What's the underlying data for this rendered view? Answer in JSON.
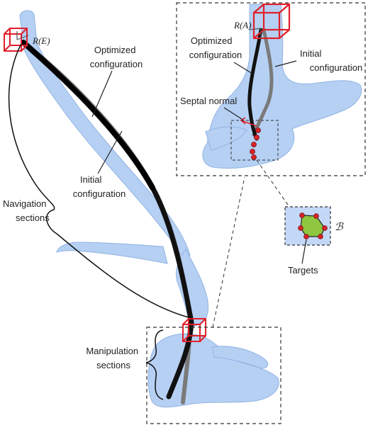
{
  "labels": {
    "optimized": [
      "Optimized",
      "configuration"
    ],
    "initial": [
      "Initial",
      "configuration"
    ],
    "navigation": [
      "Navigation",
      "sections"
    ],
    "manipulation": [
      "Manipulation",
      "sections"
    ],
    "re": "R(E)",
    "ra": "R(A)",
    "inset_optimized": [
      "Optimized",
      "configuration"
    ],
    "inset_initial": [
      "Initial",
      "configuration"
    ],
    "septal_normal": "Septal normal",
    "targets": "Targets",
    "boundary_symbol": "ℬ"
  },
  "colors": {
    "anatomy": "#a9c8f2",
    "anatomy_edge": "#7ea6dd",
    "optimized_catheter": "#111111",
    "initial_catheter": "#777777",
    "frame": "#e0202a",
    "target_fill": "#8ec63f",
    "target_dot": "#d8232a",
    "dashed_box": "#333333"
  }
}
